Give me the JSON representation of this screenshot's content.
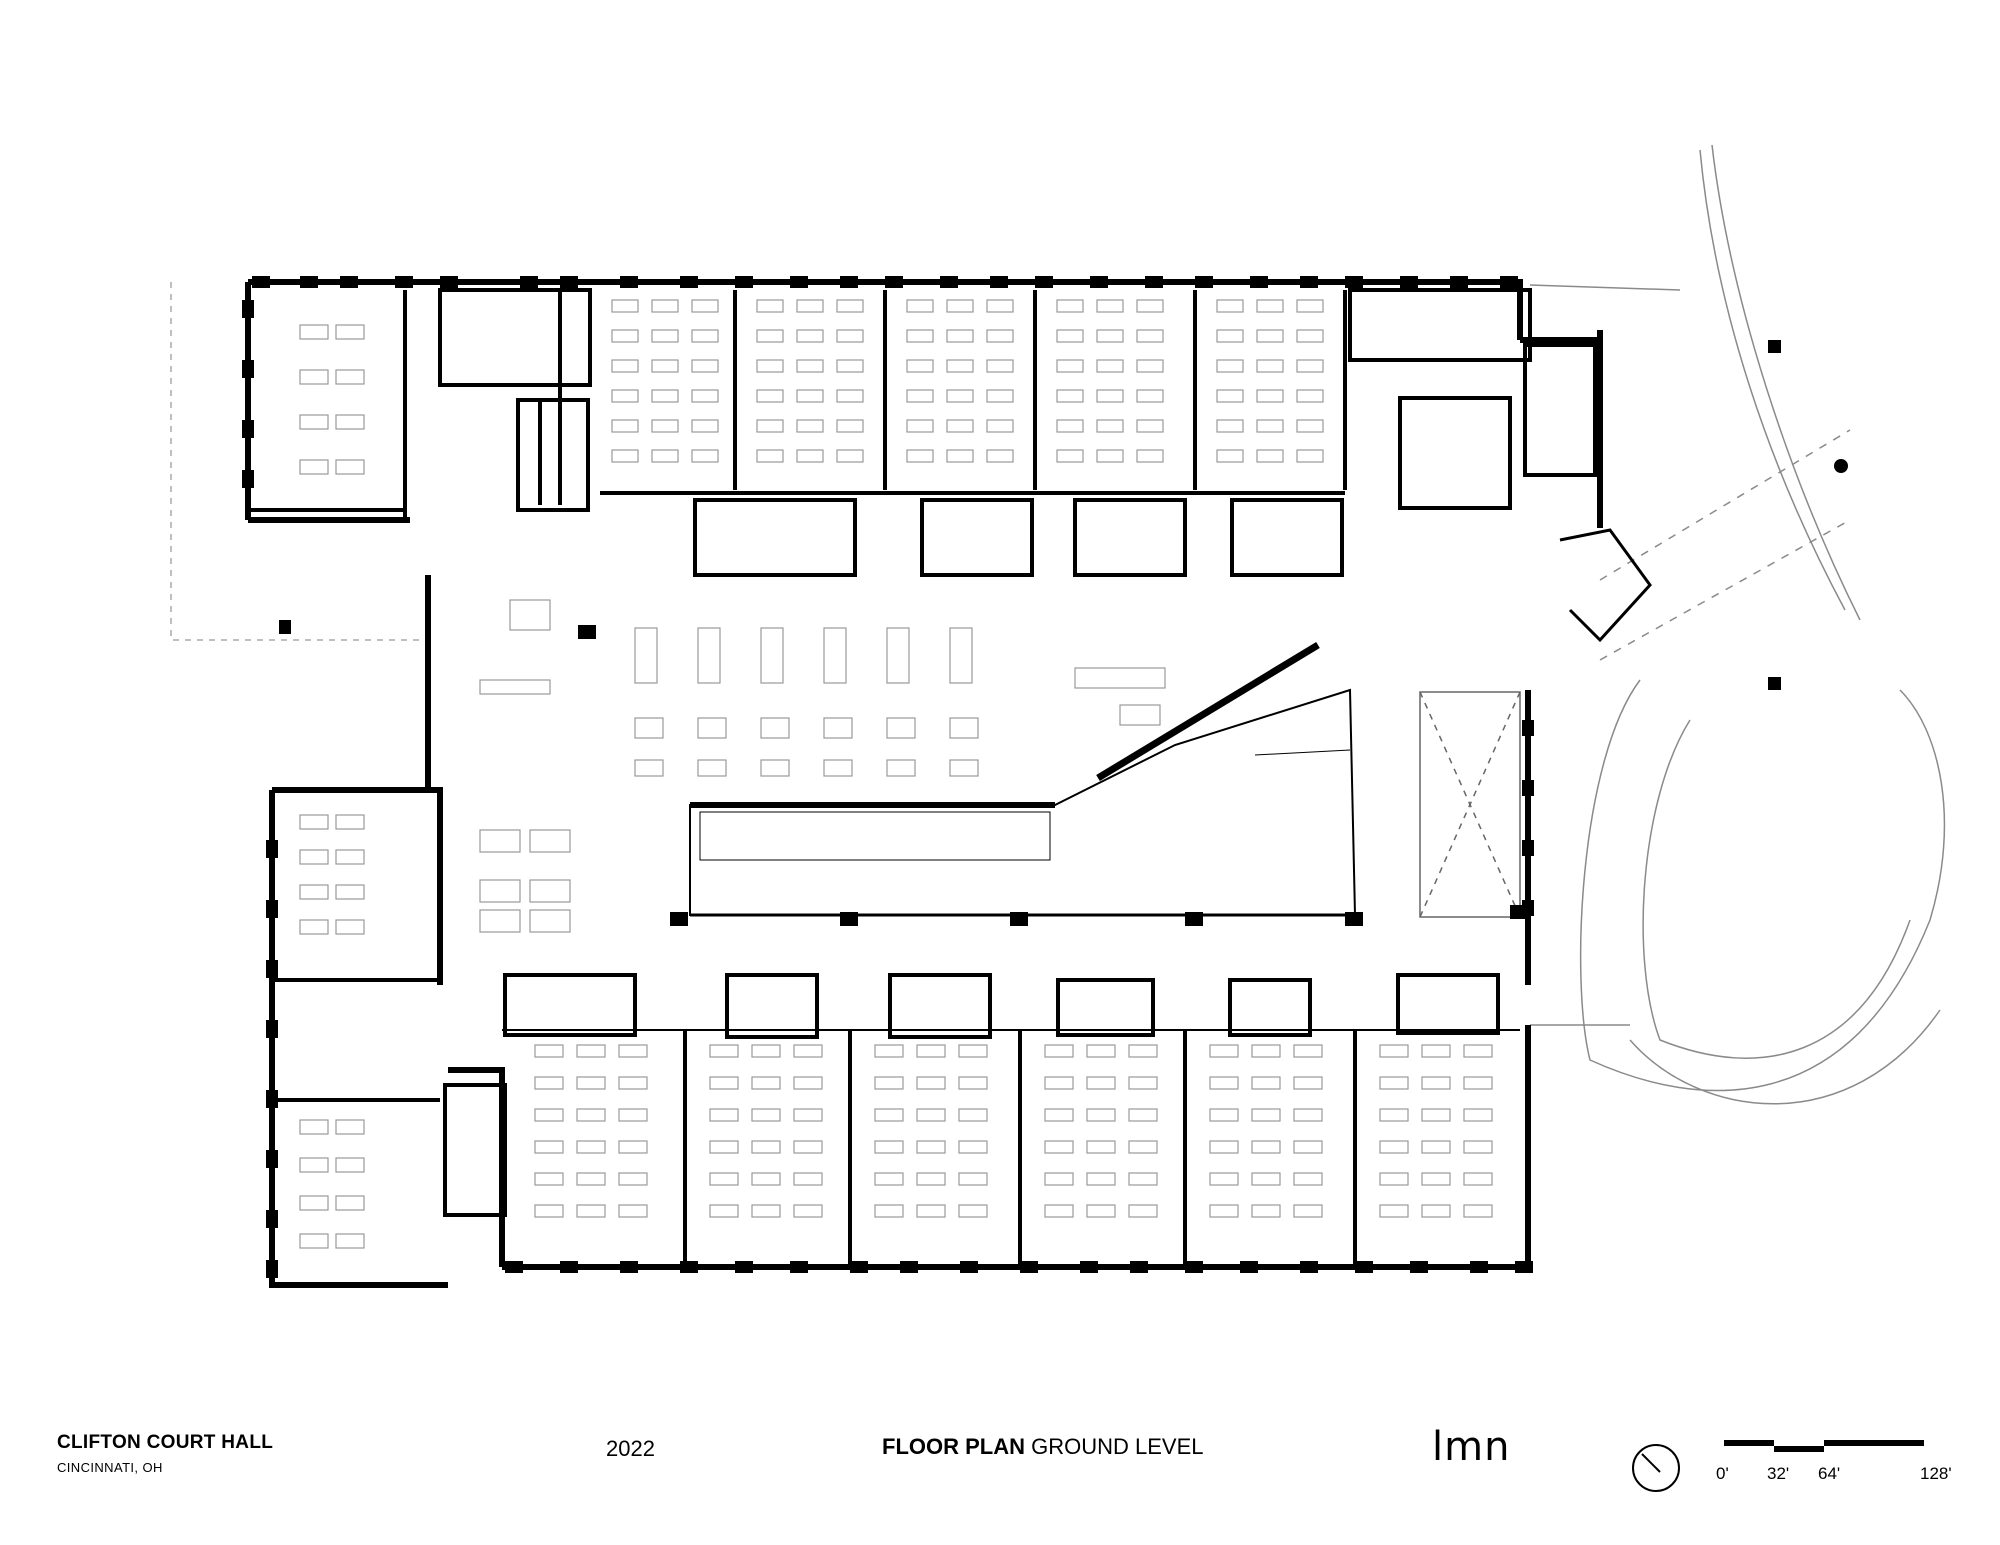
{
  "project": {
    "name": "CLIFTON COURT HALL",
    "location": "CINCINNATI, OH"
  },
  "year": "2022",
  "sheet": {
    "title_bold": "FLOOR PLAN",
    "title_rest": "GROUND LEVEL"
  },
  "firm_logo": "lmn",
  "north_arrow": {
    "icon": "north-arrow-icon"
  },
  "scale_bar": {
    "labels": [
      "0'",
      "32'",
      "64'",
      "128'"
    ]
  },
  "colors": {
    "wall": "#000000",
    "furniture": "#9a9a9a",
    "site": "#8a8a8a",
    "background": "#ffffff"
  }
}
